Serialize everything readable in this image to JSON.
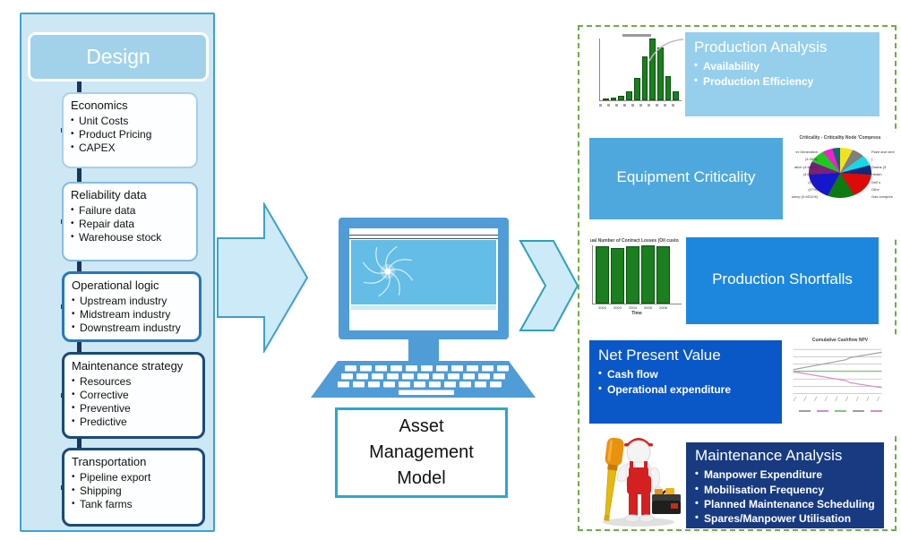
{
  "design": {
    "title": "Design",
    "boxes": [
      {
        "title": "Economics",
        "items": [
          "Unit Costs",
          "Product Pricing",
          "CAPEX"
        ]
      },
      {
        "title": "Reliability data",
        "items": [
          "Failure data",
          "Repair data",
          "Warehouse stock"
        ]
      },
      {
        "title": "Operational logic",
        "items": [
          "Upstream industry",
          "Midstream industry",
          "Downstream industry"
        ]
      },
      {
        "title": "Maintenance strategy",
        "items": [
          "Resources",
          "Corrective",
          "Preventive",
          "Predictive"
        ]
      },
      {
        "title": "Transportation",
        "items": [
          "Pipeline export",
          "Shipping",
          "Tank farms"
        ]
      }
    ]
  },
  "model": {
    "label_lines": [
      "Asset",
      "Management",
      "Model"
    ]
  },
  "outputs": {
    "production_analysis": {
      "title": "Production Analysis",
      "bullets": [
        "Availability",
        "Production Efficiency"
      ]
    },
    "equipment_criticality": {
      "title": "Equipment Criticality"
    },
    "production_shortfalls": {
      "title": "Production Shortfalls"
    },
    "net_present_value": {
      "title": "Net Present Value",
      "bullets": [
        "Cash flow",
        "Operational expenditure"
      ]
    },
    "maintenance_analysis": {
      "title": "Maintenance Analysis",
      "bullets": [
        "Manpower Expenditure",
        "Mobilisation Frequency",
        "Planned Maintenance Scheduling",
        "Spares/Manpower Utilisation"
      ]
    }
  },
  "colors": {
    "panel_blue": "#cde7f5",
    "design_box": "#a2d2ea",
    "connector_navy": "#17365d",
    "arrow_fill": "#cdeaf8",
    "arrow_stroke": "#3f9fcc",
    "monitor_blue": "#4f9cd6",
    "screen_blue": "#63bde6",
    "amm_border": "#2ba7cd",
    "dashed_green": "#70ad47",
    "pa_box": "#96cfec",
    "ec_box": "#4ea8dd",
    "ps_box": "#1d87de",
    "npv_box": "#0a57c8",
    "ma_box": "#173a80",
    "chart_green": "#1b7e1f"
  },
  "chart_data": [
    {
      "id": "availability_histogram",
      "type": "bar",
      "values": [
        0.3,
        0.5,
        1,
        2,
        5,
        10,
        14,
        12,
        5.5,
        2
      ],
      "bar_color": "#1b7e1f",
      "grid": false,
      "note": "histogram thumbnail, normal-distribution shape"
    },
    {
      "id": "criticality_pie",
      "type": "pie",
      "title": "Criticality - Criticality Node 'Compress",
      "slices": [
        {
          "color": "#f2e21e",
          "value": 8
        },
        {
          "color": "#7f7f7f",
          "value": 7
        },
        {
          "color": "#18d8e8",
          "value": 6
        },
        {
          "color": "#142a78",
          "value": 5
        },
        {
          "color": "#dd0a0a",
          "value": 15
        },
        {
          "color": "#0d7a14",
          "value": 17
        },
        {
          "color": "#1616cc",
          "value": 16
        },
        {
          "color": "#79217d",
          "value": 7
        },
        {
          "color": "#22c822",
          "value": 8
        },
        {
          "color": "#ee22cc",
          "value": 6
        },
        {
          "color": "#0c6a72",
          "value": 5
        }
      ],
      "left_labels": [
        "er Generation (4.34%)",
        "ation (4.667%)",
        "(4.667%)",
        "(14%)",
        "(07%)",
        "sump (9.6011%)"
      ],
      "right_labels": [
        "Flare and vent (",
        "Drains (3",
        "Heatin",
        "Drill s",
        "Othe",
        "Gas compres"
      ]
    },
    {
      "id": "contract_losses",
      "type": "bar",
      "title": "ual Number of Contract Losses (Oil custo",
      "categories": [
        "2002",
        "2003",
        "2004",
        "2005",
        "2006"
      ],
      "values": [
        97,
        94,
        96,
        98,
        96
      ],
      "xlabel": "Time",
      "bar_color": "#1b7e1f"
    },
    {
      "id": "npv_lines",
      "type": "line",
      "title": "Cumulative Cashflow NPV",
      "gridlines": 7,
      "series": [
        {
          "name": "cumulative-cashflow-up",
          "color": "#9e9e9e",
          "points": [
            [
              0,
              48
            ],
            [
              6,
              28
            ],
            [
              6.4,
              24
            ],
            [
              10,
              13
            ]
          ]
        },
        {
          "name": "cumulative-cashflow-down",
          "color": "#d48ccb",
          "points": [
            [
              0,
              52
            ],
            [
              6,
              70
            ],
            [
              6.4,
              74
            ],
            [
              10,
              84
            ]
          ]
        },
        {
          "name": "breakeven-line",
          "color": "#7ec87e",
          "points": [
            [
              0,
              51
            ],
            [
              10,
              51
            ]
          ]
        }
      ]
    }
  ]
}
